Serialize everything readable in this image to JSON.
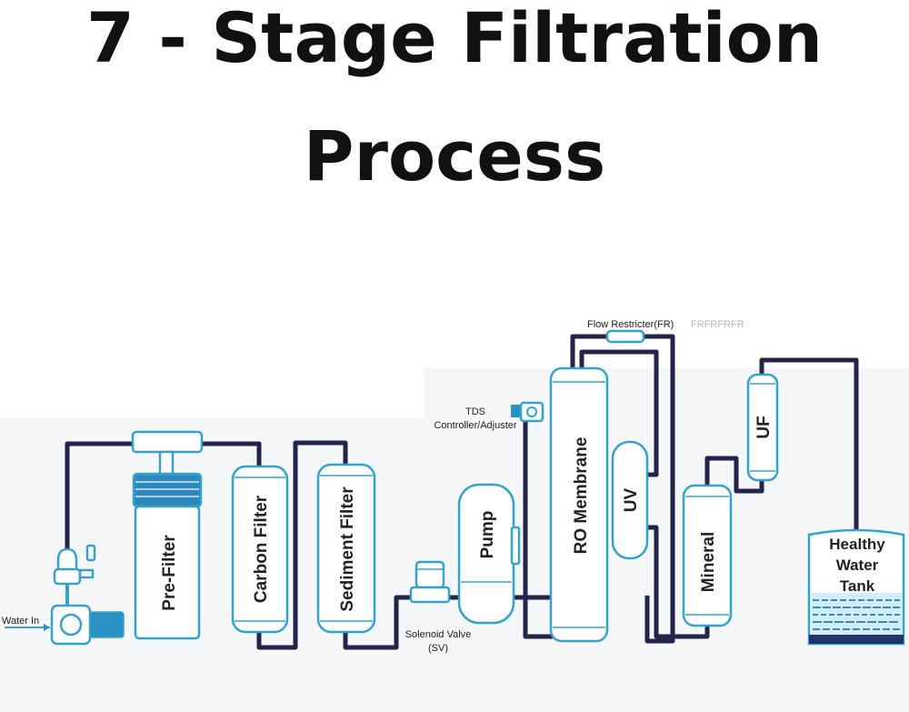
{
  "title": {
    "line1": "7 - Stage Filtration",
    "line2": "Process"
  },
  "labels": {
    "water_in": "Water In",
    "pre_filter": "Pre-Filter",
    "carbon_filter": "Carbon Filter",
    "sediment_filter": "Sediment Filter",
    "solenoid_valve_1": "Solenoid Valve",
    "solenoid_valve_2": "(SV)",
    "pump": "Pump",
    "tds_1": "TDS",
    "tds_2": "Controller/Adjuster",
    "ro_membrane": "RO Membrane",
    "flow_restricter": "Flow Restricter(FR)",
    "flow_restricter_echo": "FRFRFRFR",
    "uv": "UV",
    "mineral": "Mineral",
    "uf": "UF",
    "tank_1": "Healthy",
    "tank_2": "Water",
    "tank_3": "Tank"
  },
  "colors": {
    "pipe": "#24244a",
    "outline": "#36a3c6",
    "accent": "#2a92c2",
    "text": "#111111"
  }
}
